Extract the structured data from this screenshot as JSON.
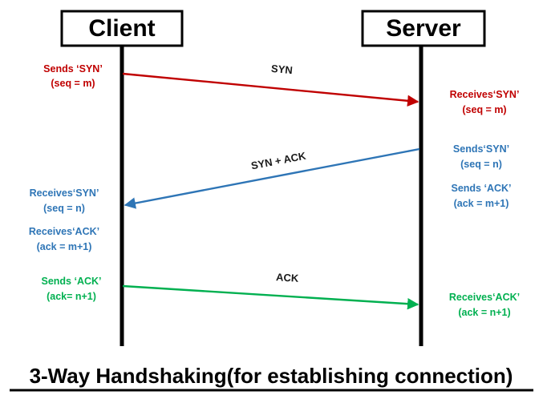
{
  "diagram": {
    "title": "3-Way Handshaking(for establishing connection)",
    "colors": {
      "syn": "#c00000",
      "syn_ack": "#2e75b6",
      "ack": "#00b050",
      "lifeline": "#000000",
      "text": "#000000"
    },
    "participants": [
      {
        "id": "client",
        "label": "Client"
      },
      {
        "id": "server",
        "label": "Server"
      }
    ],
    "messages": [
      {
        "id": "syn",
        "label": "SYN",
        "from": "client",
        "to": "server",
        "color": "#c00000"
      },
      {
        "id": "syn-ack",
        "label": "SYN + ACK",
        "from": "server",
        "to": "client",
        "color": "#2e75b6"
      },
      {
        "id": "ack",
        "label": "ACK",
        "from": "client",
        "to": "server",
        "color": "#00b050"
      }
    ],
    "notes": {
      "client_syn_send": {
        "line1": "Sends ‘SYN’",
        "line2": "(seq = m)"
      },
      "server_syn_recv": {
        "line1": "Receives‘SYN’",
        "line2": "(seq = m)"
      },
      "server_syn_send": {
        "line1": "Sends‘SYN’",
        "line2": "(seq = n)"
      },
      "server_ack_send": {
        "line1": "Sends ‘ACK’",
        "line2": "(ack = m+1)"
      },
      "client_syn_recv": {
        "line1": "Receives‘SYN’",
        "line2": "(seq = n)"
      },
      "client_ack_recv": {
        "line1": "Receives‘ACK’",
        "line2": "(ack = m+1)"
      },
      "client_ack_send": {
        "line1": "Sends ‘ACK’",
        "line2": "(ack= n+1)"
      },
      "server_ack_recv": {
        "line1": "Receives‘ACK’",
        "line2": "(ack = n+1)"
      }
    }
  }
}
